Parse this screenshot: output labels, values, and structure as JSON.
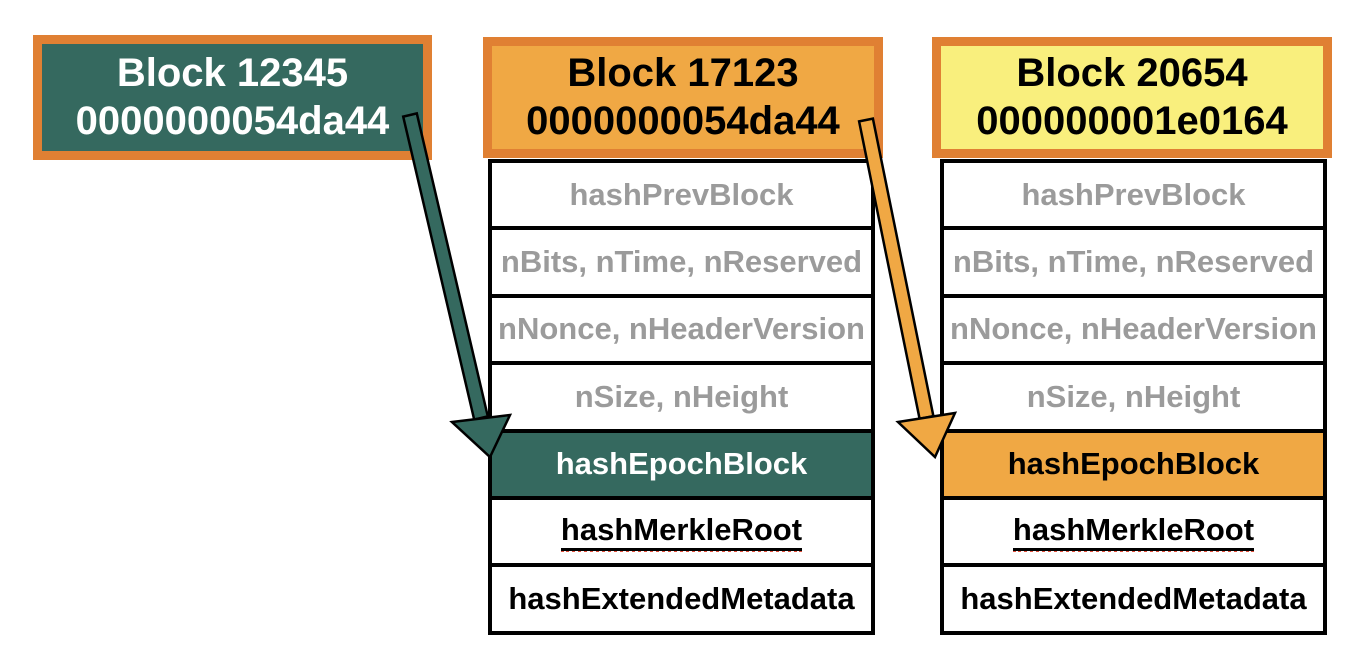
{
  "colors": {
    "teal": "#35695F",
    "orange": "#F0A844",
    "orange_border": "#E08033",
    "yellow": "#F9EF7D",
    "muted_text": "#9B9B9B",
    "black": "#000000",
    "white": "#FFFFFF",
    "spellcheck_red": "#E0503C"
  },
  "blocks": [
    {
      "name": "Block 12345",
      "hash": "0000000054da44",
      "header_style": "teal",
      "rows": []
    },
    {
      "name": "Block 17123",
      "hash": "0000000054da44",
      "header_style": "orange",
      "rows": [
        {
          "label": "hashPrevBlock",
          "style": "muted"
        },
        {
          "label": "nBits, nTime, nReserved",
          "style": "muted"
        },
        {
          "label": "nNonce, nHeaderVersion",
          "style": "muted"
        },
        {
          "label": "nSize, nHeight",
          "style": "muted"
        },
        {
          "label": "hashEpochBlock",
          "style": "highlight-teal"
        },
        {
          "label": "hashMerkleRoot",
          "style": "underlined-spellcheck"
        },
        {
          "label": "hashExtendedMetadata",
          "style": "plain"
        }
      ]
    },
    {
      "name": "Block 20654",
      "hash": "000000001e0164",
      "header_style": "yellow",
      "rows": [
        {
          "label": "hashPrevBlock",
          "style": "muted"
        },
        {
          "label": "nBits, nTime, nReserved",
          "style": "muted"
        },
        {
          "label": "nNonce, nHeaderVersion",
          "style": "muted"
        },
        {
          "label": "nSize, nHeight",
          "style": "muted"
        },
        {
          "label": "hashEpochBlock",
          "style": "highlight-orange"
        },
        {
          "label": "hashMerkleRoot",
          "style": "underlined-spellcheck"
        },
        {
          "label": "hashExtendedMetadata",
          "style": "plain"
        }
      ]
    }
  ],
  "arrows": [
    {
      "name": "epoch-arrow-1",
      "color": "#35695F",
      "from": "Block 12345",
      "to": "hashEpochBlock of Block 17123"
    },
    {
      "name": "epoch-arrow-2",
      "color": "#F0A844",
      "from": "Block 17123",
      "to": "hashEpochBlock of Block 20654"
    }
  ]
}
